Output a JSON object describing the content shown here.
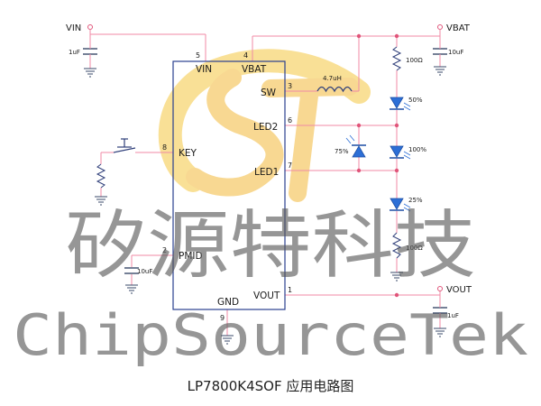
{
  "chip": {
    "pins": [
      {
        "num": "5",
        "name": "VIN"
      },
      {
        "num": "4",
        "name": "VBAT"
      },
      {
        "num": "3",
        "name": "SW"
      },
      {
        "num": "6",
        "name": "LED2"
      },
      {
        "num": "7",
        "name": "LED1"
      },
      {
        "num": "8",
        "name": "KEY"
      },
      {
        "num": "2",
        "name": "PMID"
      },
      {
        "num": "9",
        "name": "GND"
      },
      {
        "num": "1",
        "name": "VOUT"
      }
    ]
  },
  "nets": {
    "vin": "VIN",
    "vbat": "VBAT",
    "vout": "VOUT"
  },
  "parts": {
    "cap_vin": "1uF",
    "cap_vbat": "10uF",
    "cap_pmid": "10uF",
    "cap_vout": "1uF",
    "inductor": "4.7uH",
    "res_top": "100Ω",
    "res_bottom": "100Ω"
  },
  "leds": {
    "led_a": "50%",
    "led_b": "100%",
    "led_c": "25%",
    "led_d": "75%"
  },
  "watermark": {
    "logo_text": "ST",
    "chinese": "矽源特科技",
    "english": "ChipSourceTek",
    "brand_colors": [
      "#f5c842",
      "#f0a030"
    ]
  },
  "caption": "LP7800K4SOF 应用电路图"
}
